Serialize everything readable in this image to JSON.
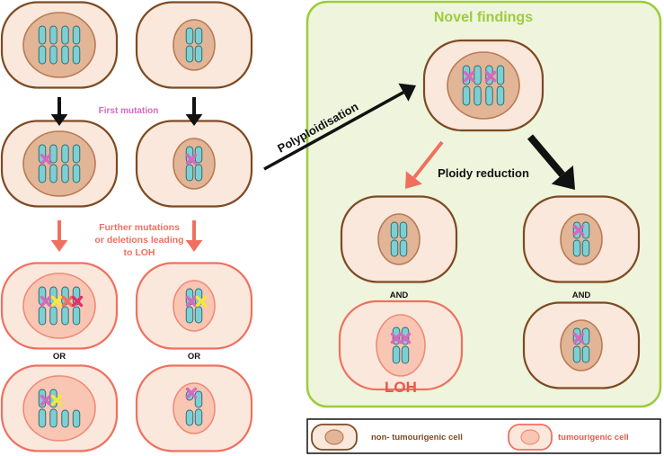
{
  "novel_panel": {
    "title": "Novel findings"
  },
  "labels": {
    "first_mutation": "First mutation",
    "further_line1": "Further mutations",
    "further_line2": "or deletions leading",
    "further_line3": "to LOH",
    "polyploidisation": "Polyploidisation",
    "ploidy_reduction": "Ploidy reduction",
    "or": "OR",
    "and": "AND",
    "loh": "LOH"
  },
  "legend": {
    "non_tumourigenic": "non- tumourigenic cell",
    "tumourigenic": "tumourigenic cell"
  },
  "colors": {
    "normal_outline": "#7d4a22",
    "normal_fill": "#fbe8dc",
    "normal_nucleus": "#e2b596",
    "normal_nucleus_outline": "#b87a55",
    "tumour_outline": "#f07060",
    "tumour_fill": "#fbe8dc",
    "tumour_nucleus": "#f9c6b3",
    "tumour_nucleus_outline": "#f08a78",
    "chromosome": "#7ecfd2",
    "chromosome_outline": "#2f6e77",
    "novel_fill": "#eef5dc",
    "novel_border": "#9ccc3c",
    "novel_title": "#9ccc3c",
    "first_mutation_text": "#d36ac0",
    "further_text": "#f07060",
    "mark_pink": "#d36ac0",
    "mark_yellow": "#f5e83a",
    "mark_red": "#e8306a",
    "mark_orange": "#f07060",
    "arrow_black": "#111111",
    "arrow_red": "#f07060"
  }
}
